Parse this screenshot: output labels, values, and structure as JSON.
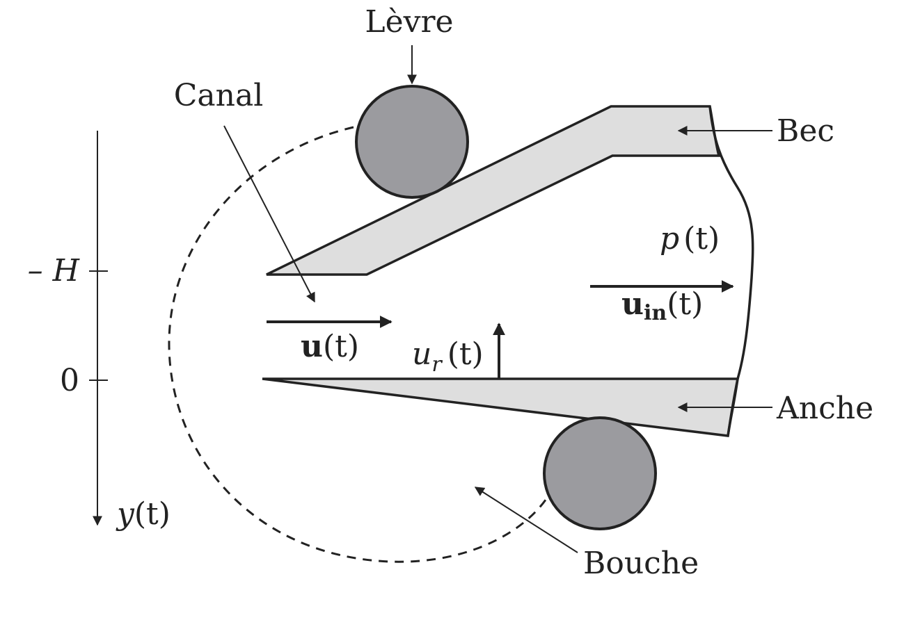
{
  "labels": {
    "levre": "Lèvre",
    "canal": "Canal",
    "bec": "Bec",
    "anche": "Anche",
    "bouche": "Bouche",
    "minus_h": "– H",
    "zero": "0"
  },
  "math": {
    "p_base": "p",
    "p_arg": "(t)",
    "uin_base": "u",
    "uin_sub": "in",
    "uin_arg": "(t)",
    "u_base": "u",
    "u_arg": "(t)",
    "ur_base": "u",
    "ur_sub": "r",
    "ur_arg": "(t)",
    "y_base": "y",
    "y_arg": "(t)"
  },
  "colors": {
    "line": "#222222",
    "fill_light": "#dedede",
    "fill_circle": "#9b9b9f",
    "background": "#ffffff"
  }
}
